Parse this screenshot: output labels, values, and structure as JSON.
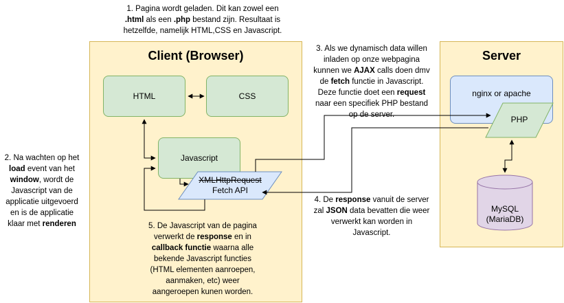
{
  "note1": {
    "line1": "1. Pagina wordt geladen. Dit kan zowel een",
    "line2_b1": ".html",
    "line2_t1": " als een ",
    "line2_b2": ".php",
    "line2_t2": " bestand zijn. Resultaat is",
    "line3": "hetzelfde, namelijk HTML,CSS en Javascript."
  },
  "note2": {
    "line1": "2. Na wachten op het",
    "line2_b": "load",
    "line2_t": " event van het",
    "line3_b": "window",
    "line3_t": ", wordt de",
    "line4": "Javascript van de",
    "line5": "applicatie uitgevoerd",
    "line6": "en is de applicatie",
    "line7_t": "klaar met ",
    "line7_b": "renderen"
  },
  "note3": {
    "line1": "3. Als we dynamisch data willen",
    "line2": "inladen op onze webpagina",
    "line3_t1": "kunnen we ",
    "line3_b": "AJAX",
    "line3_t2": " calls doen dmv",
    "line4_t1": "de ",
    "line4_b": "fetch",
    "line4_t2": " functie in Javascript.",
    "line5_t1": "Deze functie doet een ",
    "line5_b": "request",
    "line6": "naar een specifiek PHP bestand",
    "line7": "op de server."
  },
  "note4": {
    "line1_t1": "4. De ",
    "line1_b": "response",
    "line1_t2": " vanuit de server",
    "line2_t1": "zal ",
    "line2_b": "JSON",
    "line2_t2": " data bevatten die weer",
    "line3": "verwerkt kan worden in",
    "line4": "Javascript."
  },
  "note5": {
    "line1": "5. De Javascript van de pagina",
    "line2_t1": "verwerkt de ",
    "line2_b": "response",
    "line2_t2": " en in",
    "line3_b": "callback functie",
    "line3_t": " waarna alle",
    "line4": "bekende Javascript functies",
    "line5": "(HTML elementen aanroepen,",
    "line6": "aanmaken, etc) weer",
    "line7": "aangeroepen kunen worden."
  },
  "client": {
    "title": "Client (Browser)",
    "html_label": "HTML",
    "css_label": "CSS",
    "js_label": "Javascript",
    "xhr_label": "XMLHttpRequest",
    "fetch_label": "Fetch API"
  },
  "server": {
    "title": "Server",
    "webserver_label": "nginx or apache",
    "php_label": "PHP",
    "db_label_1": "MySQL",
    "db_label_2": "(MariaDB)"
  },
  "colors": {
    "panel_fill": "#fff2cc",
    "panel_stroke": "#d6b656",
    "green_fill": "#d5e8d4",
    "green_stroke": "#82b366",
    "blue_fill": "#dae8fc",
    "blue_stroke": "#6c8ebf",
    "db_fill": "#e1d5e7",
    "db_stroke": "#9673a6"
  }
}
